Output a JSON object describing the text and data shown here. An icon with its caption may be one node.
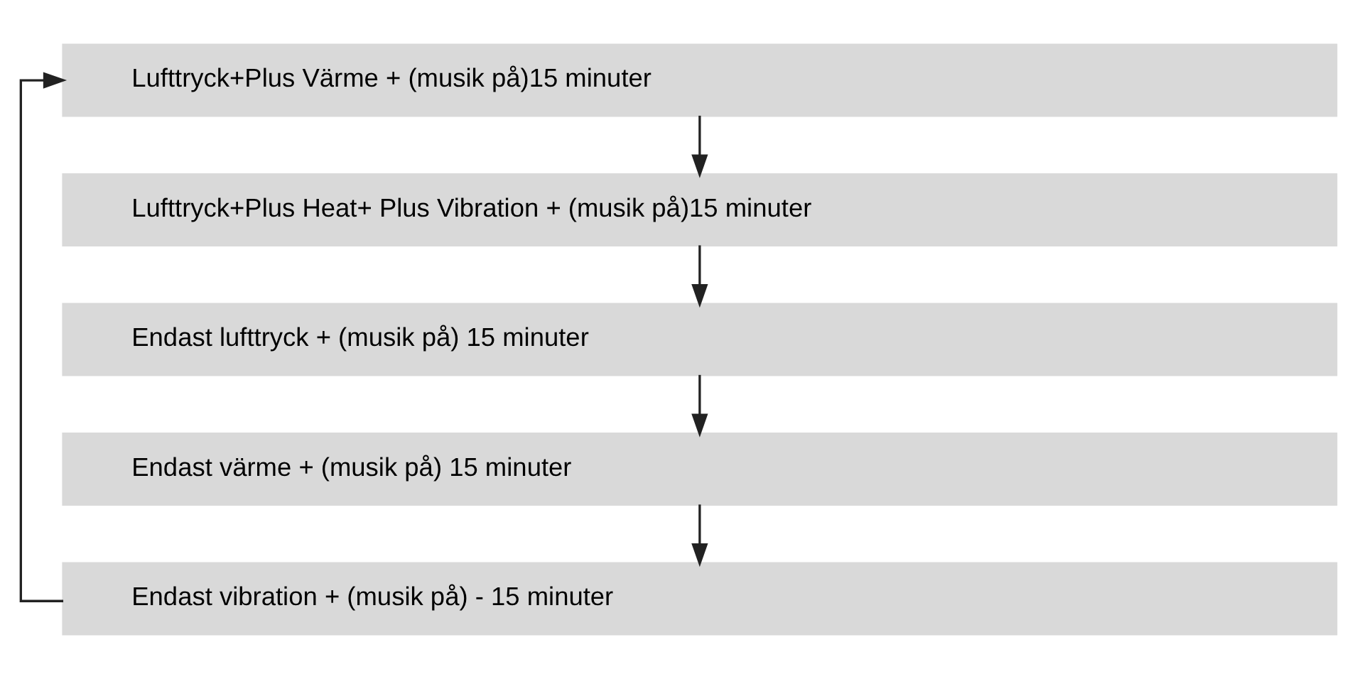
{
  "diagram": {
    "nodes": [
      {
        "text": [
          "Lufttryck+Plus Värme + (musik på)15 minuter"
        ]
      },
      {
        "text": [
          "Lufttryck+Plus Heat+ Plus Vibration + (musik på)15 minuter"
        ]
      },
      {
        "text": [
          "Endast lufttryck + (musik på) 15 minuter"
        ]
      },
      {
        "text": [
          "Endast värme + (musik på) 15 minuter"
        ]
      },
      {
        "text": [
          "Endast vibration + (musik på) - 15 minuter"
        ]
      }
    ],
    "edges": [
      {
        "from": 0,
        "to": 1,
        "arrow": "to"
      },
      {
        "from": 1,
        "to": 2,
        "arrow": "to"
      },
      {
        "from": 2,
        "to": 3,
        "arrow": "to"
      },
      {
        "from": 3,
        "to": 4,
        "arrow": "to"
      },
      {
        "from": 4,
        "to": 0,
        "arrow": "to"
      }
    ]
  }
}
